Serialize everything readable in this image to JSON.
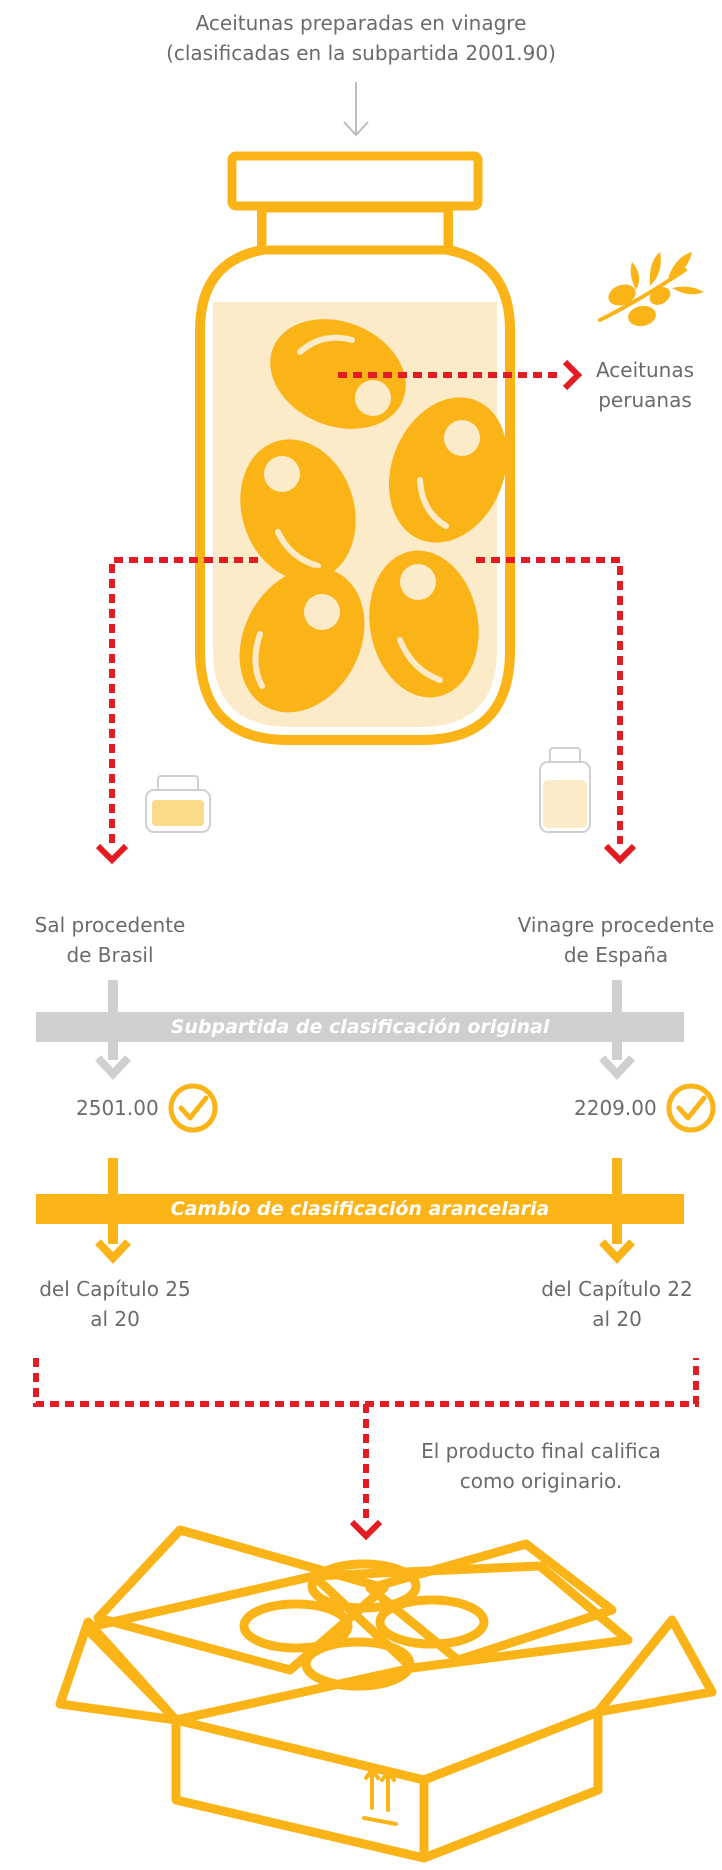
{
  "title_lines": [
    "Aceitunas preparadas en vinagre",
    "(clasificadas en la subpartida 2001.90)"
  ],
  "peru_label_lines": [
    "Aceitunas",
    "peruanas"
  ],
  "salt_label_lines": [
    "Sal procedente",
    "de Brasil"
  ],
  "vinegar_label_lines": [
    "Vinagre procedente",
    "de España"
  ],
  "band_original": "Subpartida de clasificación original",
  "band_change": "Cambio de clasificación arancelaria",
  "code_left": "2501.00",
  "code_right": "2209.00",
  "change_left_lines": [
    "del Capítulo 25",
    "al 20"
  ],
  "change_right_lines": [
    "del Capítulo 22",
    "al 20"
  ],
  "result_lines": [
    "El producto final califica",
    "como originario."
  ],
  "colors": {
    "accent": "#FBB418",
    "accent_light": "#FCEBC9",
    "red": "#E31B23",
    "gray": "#CFCFCF",
    "text": "#6B6B6B"
  },
  "icons": [
    "olive-jar-icon",
    "olive-branch-icon",
    "salt-shaker-icon",
    "vinegar-bottle-icon",
    "check-circle-icon",
    "open-box-icon"
  ]
}
